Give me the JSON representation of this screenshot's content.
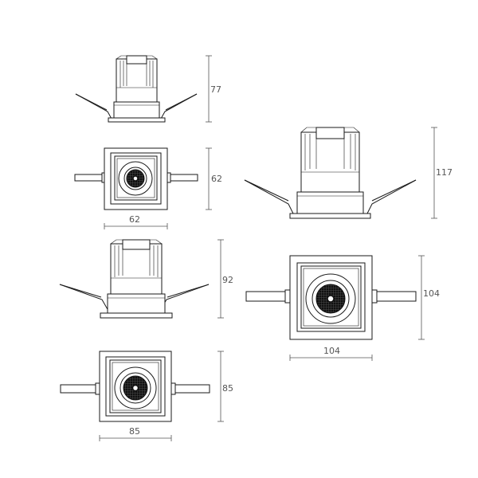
{
  "views": [
    {
      "id": "small-62",
      "side_height_label": "77",
      "plan_width_label": "62",
      "plan_height_label": "62"
    },
    {
      "id": "medium-85",
      "side_height_label": "92",
      "plan_width_label": "85",
      "plan_height_label": "85"
    },
    {
      "id": "large-104",
      "side_height_label": "117",
      "plan_width_label": "104",
      "plan_height_label": "104"
    }
  ],
  "colors": {
    "line": "#1a1a1a",
    "dimension": "#555555",
    "background": "#ffffff"
  }
}
